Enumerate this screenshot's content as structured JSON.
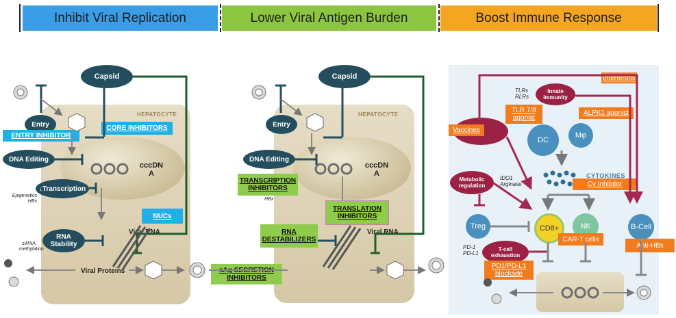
{
  "banners": {
    "b1": "Inhibit Viral Replication",
    "b2": "Lower Viral Antigen Burden",
    "b3": "Boost Immune Response"
  },
  "colors": {
    "b1": "#3a9ee6",
    "b2": "#8cc53f",
    "b3": "#f4a623",
    "teal": "#244e5e",
    "red": "#9b2244",
    "green_line": "#1e5c2a"
  },
  "panel1": {
    "capsid": "Capsid",
    "hepatocyte": "HEPATOCYTE",
    "entry": "Entry",
    "entry_inhibitor": "ENTRY INHIBITOR",
    "core_inhibitors": "CORE INHIBITORS",
    "dna_editing": "DNA Editing",
    "cccdna": "cccDN\nA",
    "transcription": "↓Transcription",
    "epigenetics": "Epigenetics\nHBx",
    "rna_stability": "RNA\nStability",
    "sirna": "siRNA\nmethylation",
    "nucs": "NUCs",
    "viral_rna": "Viral RNA",
    "viral_proteins": "Viral Proteins"
  },
  "panel2": {
    "capsid": "Capsid",
    "hepatocyte": "HEPATOCYTE",
    "entry": "Entry",
    "dna_editing": "DNA Editing",
    "cccdna": "cccDN\nA",
    "transcription_inhibitors": "TRANSCRIPTION INHIBITORS",
    "hbx": "HBx",
    "translation_inhibitors": "TRANSLATION INHIBITORS",
    "rna_destabilizers": "RNA DESTABILIZERS",
    "viral_rna": "Viral RNA",
    "sag": "sAg SECRETION INHIBITORS"
  },
  "panel3": {
    "interferons": "Interferons",
    "tlrs": "TLRs\nRLRs",
    "innate": "Innate\nImmunity",
    "tlr": "TLR 7/8\nagonist",
    "alpk1": "ALPK1 agonist",
    "vaccines": "Vaccines",
    "dc": "DC",
    "mo": "Mφ",
    "metabolic": "Metabolic\nregulation",
    "ido1": "IDO1\nArginase",
    "cytokines": "CYTOKINES",
    "cy_inhibitor": "Cy Inhibitor",
    "treg": "Treg",
    "cd8": "CD8+",
    "nk": "NK",
    "bcell": "B-Cell",
    "cart": "CAR-T cells",
    "antihbs": "Anti-HBs",
    "pd1": "PD-1\nPD-L1",
    "tcell": "T-cell\nexhaustion",
    "pd1_blockade": "PD1/PD-L1\nblockade"
  }
}
